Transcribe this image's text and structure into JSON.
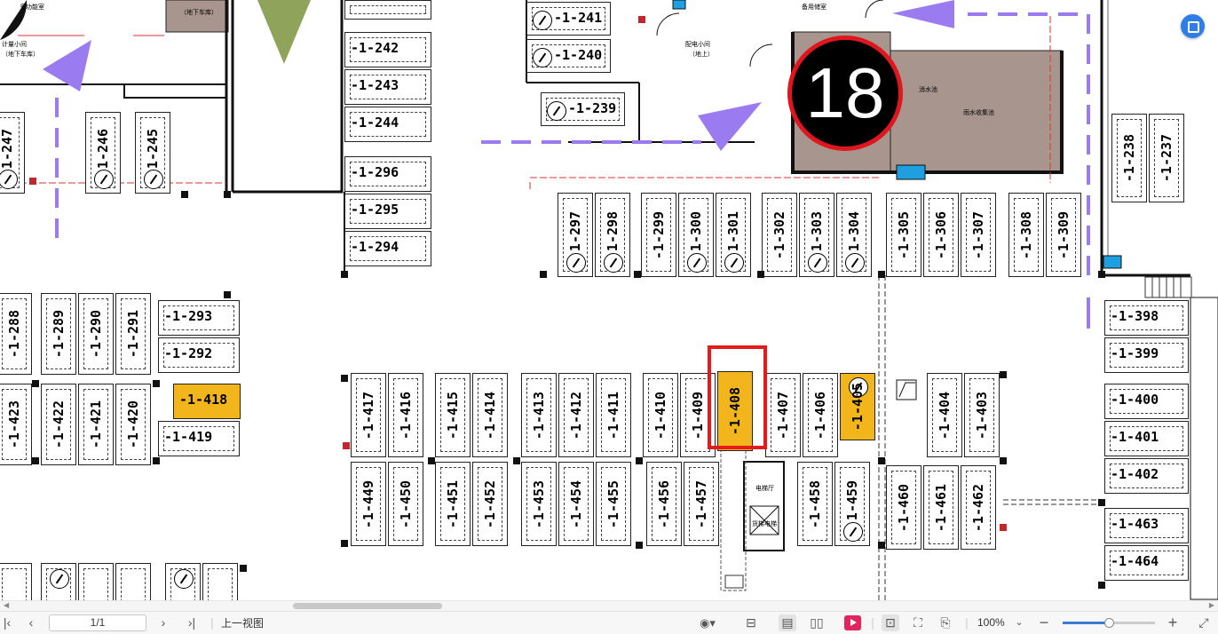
{
  "badge": {
    "number": "18"
  },
  "slots": {
    "s241": "-1-241",
    "s240": "-1-240",
    "s239": "-1-239",
    "s242": "-1-242",
    "s243": "-1-243",
    "s244": "-1-244",
    "s296": "-1-296",
    "s295": "-1-295",
    "s294": "-1-294",
    "s247": "-1-247",
    "s246": "-1-246",
    "s245": "-1-245",
    "s297": "-1-297",
    "s298": "-1-298",
    "s299": "-1-299",
    "s300": "-1-300",
    "s301": "-1-301",
    "s302": "-1-302",
    "s303": "-1-303",
    "s304": "-1-304",
    "s305": "-1-305",
    "s306": "-1-306",
    "s307": "-1-307",
    "s308": "-1-308",
    "s309": "-1-309",
    "s238": "-1-238",
    "s237": "-1-237",
    "s288": "-1-288",
    "s289": "-1-289",
    "s290": "-1-290",
    "s291": "-1-291",
    "s293": "-1-293",
    "s292": "-1-292",
    "s418": "-1-418",
    "s419": "-1-419",
    "s423": "-1-423",
    "s422": "-1-422",
    "s421": "-1-421",
    "s420": "-1-420",
    "s417": "-1-417",
    "s416": "-1-416",
    "s415": "-1-415",
    "s414": "-1-414",
    "s413": "-1-413",
    "s412": "-1-412",
    "s411": "-1-411",
    "s410": "-1-410",
    "s409": "-1-409",
    "s408": "-1-408",
    "s407": "-1-407",
    "s406": "-1-406",
    "s405": "-1-405",
    "s404": "-1-404",
    "s403": "-1-403",
    "s449": "-1-449",
    "s450": "-1-450",
    "s451": "-1-451",
    "s452": "-1-452",
    "s453": "-1-453",
    "s454": "-1-454",
    "s455": "-1-455",
    "s456": "-1-456",
    "s457": "-1-457",
    "s458": "-1-458",
    "s459": "-1-459",
    "s460": "-1-460",
    "s461": "-1-461",
    "s462": "-1-462",
    "s398": "-1-398",
    "s399": "-1-399",
    "s400": "-1-400",
    "s401": "-1-401",
    "s402": "-1-402",
    "s463": "-1-463",
    "s464": "-1-464"
  },
  "room_labels": {
    "top_left_1": "多功能室",
    "top_left_2": "（地下车库）",
    "left_room_1": "计量小间",
    "left_room_2": "（地下车库）",
    "power_room_1": "配电小间",
    "power_room_2": "（地上）",
    "top_center": "备用储室",
    "pool_small": "消水池",
    "pool_large": "雨水收集池",
    "elevator_hall": "电梯厅",
    "elevator": "货梯电梯"
  },
  "toolbar": {
    "page": "1/1",
    "prev_view": "上一视图",
    "zoom": "100%",
    "first_page_icon": "first-page-icon",
    "prev_page_icon": "prev-page-icon",
    "next_page_icon": "next-page-icon",
    "last_page_icon": "last-page-icon"
  },
  "colors": {
    "highlight": "#f2b51b",
    "mark": "#e51b1b",
    "arrow": "#9b7cf0",
    "room": "#a8958d",
    "accent": "#2f7ee8"
  }
}
